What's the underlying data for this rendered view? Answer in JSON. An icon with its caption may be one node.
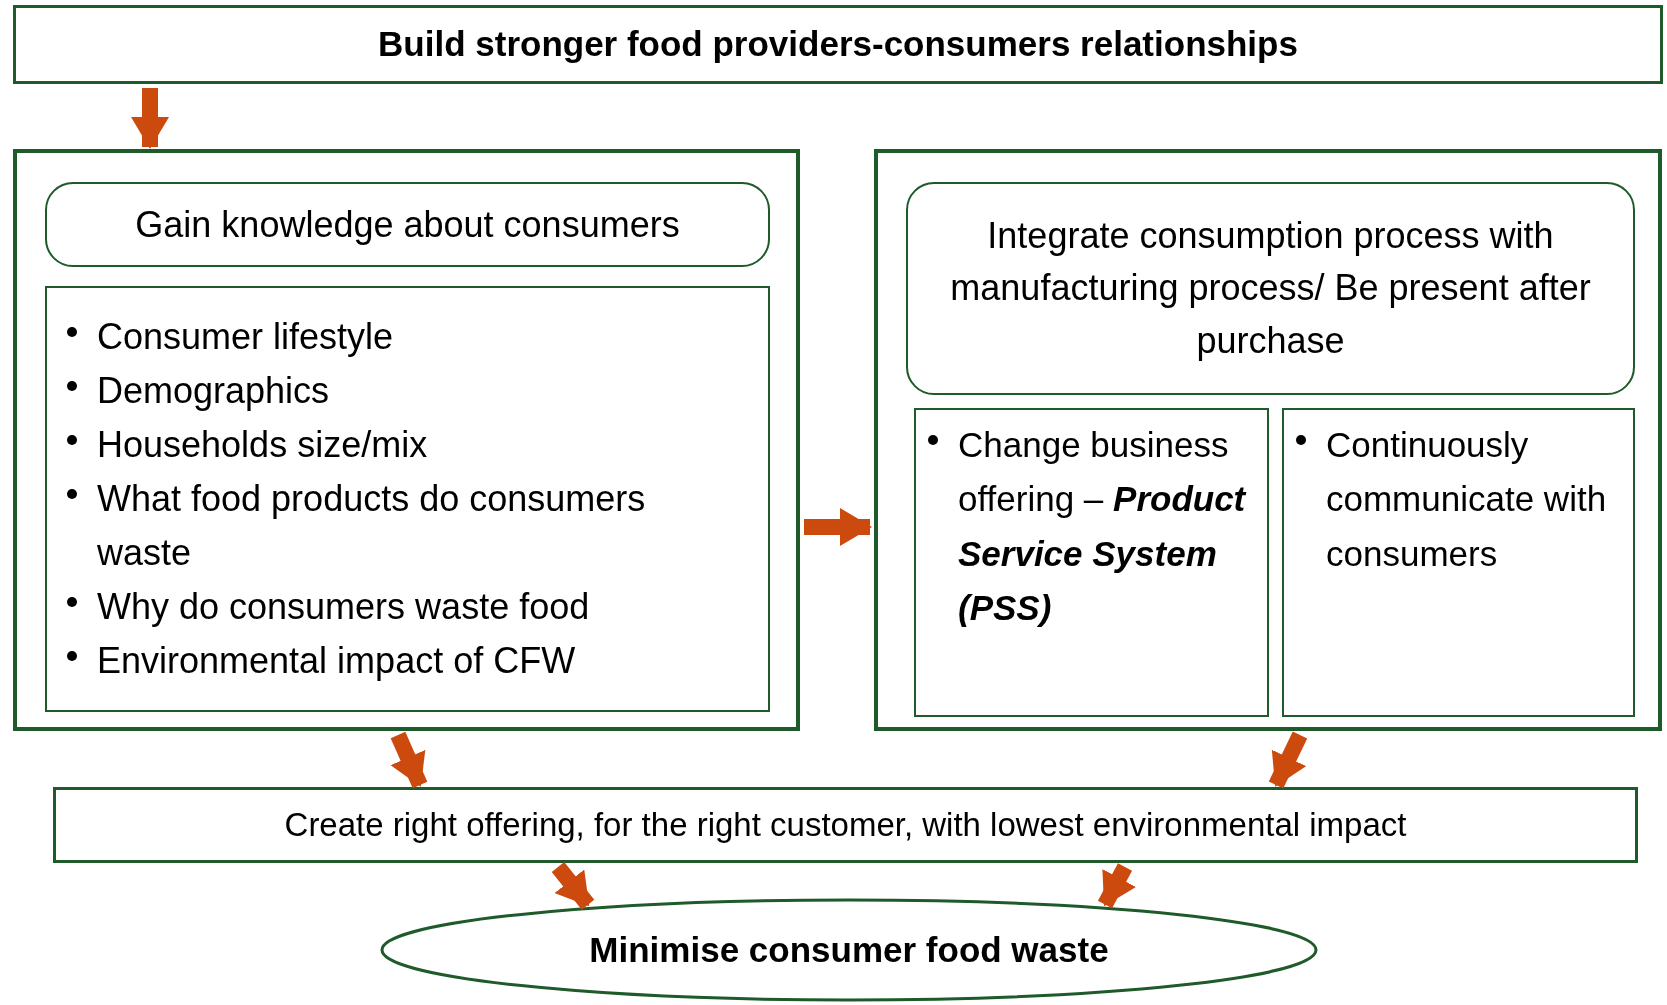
{
  "diagram": {
    "nodes": [
      {
        "text": [
          "Build stronger food providers-consumers relationships"
        ]
      },
      {
        "text": [],
        "shape": "box"
      },
      {
        "text": [
          "Gain knowledge about consumers"
        ],
        "in": 1
      },
      {
        "text": [
          "Consumer lifestyle",
          "Demographics",
          "Households size/mix",
          "What food products do consumers waste",
          "Why do consumers waste food",
          "Environmental impact of CFW"
        ],
        "in": 1
      },
      {
        "text": [],
        "shape": "box"
      },
      {
        "text": [
          "Integrate consumption process with manufacturing process/ Be present after purchase"
        ],
        "in": 4
      },
      {
        "text": [
          "Change business offering –",
          "Product Service System (PSS)"
        ],
        "in": 4
      },
      {
        "text": [
          "Continuously communicate with consumers"
        ],
        "in": 4
      },
      {
        "text": [
          "Create right offering, for the right customer, with lowest environmental impact"
        ]
      },
      {
        "text": [
          "Minimise consumer food waste"
        ]
      }
    ],
    "edges": [
      {
        "from": 0,
        "to": 1,
        "arrow": "to"
      },
      {
        "from": 1,
        "to": 4,
        "arrow": "to"
      },
      {
        "from": 1,
        "to": 8,
        "arrow": "to"
      },
      {
        "from": 4,
        "to": 8,
        "arrow": "to"
      },
      {
        "from": 8,
        "to": 9,
        "arrow": "to"
      },
      {
        "from": 8,
        "to": 9,
        "arrow": "to"
      }
    ]
  }
}
